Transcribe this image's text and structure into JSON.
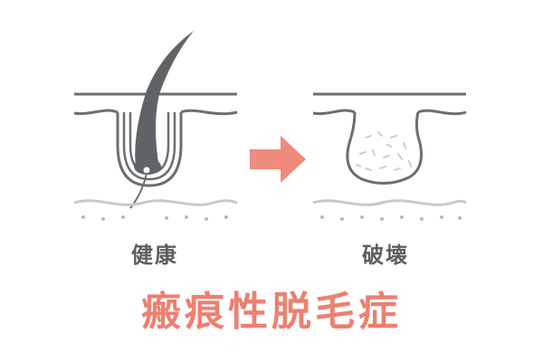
{
  "labels": {
    "left": "健康",
    "right": "破壊"
  },
  "title": "瘢痕性脱毛症",
  "icons": {
    "left_panel": "healthy-hair-follicle-icon",
    "arrow": "right-arrow-icon",
    "right_panel": "destroyed-follicle-icon"
  },
  "colors": {
    "outline": "#6b6f72",
    "hair": "#5f6366",
    "subcutis": "#c9c9c9",
    "dots": "#b9b9b9",
    "arrow": "#f08a7c",
    "title": "#ef7f6f",
    "label": "#5b5f62",
    "debris": "#cfcfcf"
  }
}
